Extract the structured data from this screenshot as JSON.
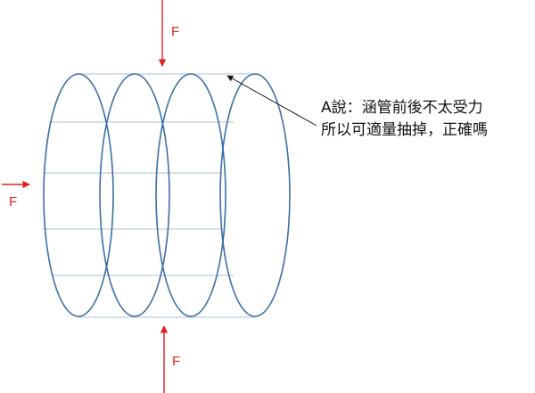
{
  "forces": {
    "top_label": "F",
    "left_label": "F",
    "bottom_label": "F"
  },
  "annotation": {
    "line1": "A說：涵管前後不太受力",
    "line2": "所以可適量抽掉，正確嗎"
  },
  "colors": {
    "rings": "#3b6fa6",
    "generators": "#a9c2dd",
    "force_arrows": "#e02020",
    "pointer": "#111111"
  }
}
